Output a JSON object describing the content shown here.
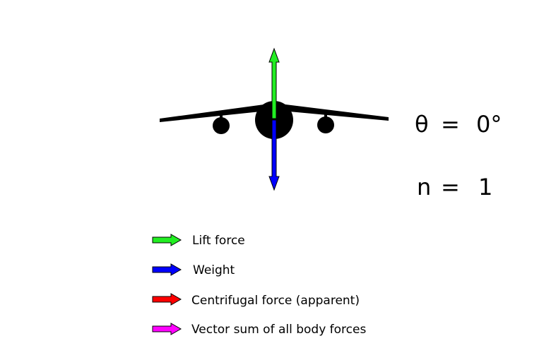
{
  "parameters": {
    "bank_angle": {
      "symbol": "θ",
      "equals": "=",
      "value": "0°"
    },
    "load_factor": {
      "symbol": "n",
      "equals": "=",
      "value": "1"
    }
  },
  "legend": [
    {
      "label": "Lift force",
      "color": "#22ee22"
    },
    {
      "label": "Weight",
      "color": "#0000ff"
    },
    {
      "label": "Centrifugal force (apparent)",
      "color": "#ff0000"
    },
    {
      "label": "Vector sum of all body forces",
      "color": "#ff00ff"
    }
  ],
  "aircraft": {
    "color": "#000000",
    "lift_arrow_color": "#22ee22",
    "weight_arrow_color": "#0000ff"
  }
}
